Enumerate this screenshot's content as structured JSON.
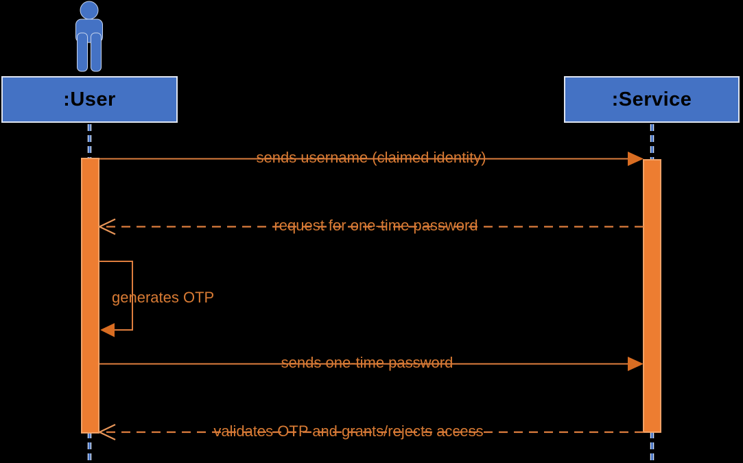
{
  "diagram_type": "uml-sequence-diagram",
  "participants": [
    {
      "id": "user",
      "name": ":User",
      "kind": "actor"
    },
    {
      "id": "service",
      "name": ":Service",
      "kind": "object"
    }
  ],
  "messages": [
    {
      "n": 1,
      "label": "sends username (claimed identity)",
      "from": ":User",
      "to": ":Service",
      "line": "solid",
      "arrowhead": "filled"
    },
    {
      "n": 2,
      "label": "request for one-time password",
      "from": ":Service",
      "to": ":User",
      "line": "dashed",
      "arrowhead": "open"
    },
    {
      "n": 3,
      "label": "generates OTP",
      "from": ":User",
      "to": ":User",
      "line": "solid",
      "arrowhead": "filled",
      "self": true
    },
    {
      "n": 4,
      "label": "sends one-time password",
      "from": ":User",
      "to": ":Service",
      "line": "solid",
      "arrowhead": "filled"
    },
    {
      "n": 5,
      "label": "validates OTP and grants/rejects access",
      "from": ":Service",
      "to": ":User",
      "line": "dashed",
      "arrowhead": "open"
    }
  ],
  "colors": {
    "background": "#000000",
    "participant_fill": "#4472C4",
    "participant_border": "#DFE5F1",
    "participant_text": "#000000",
    "actor_fill": "#4472C4",
    "lifeline_core": "#4472C4",
    "lifeline_casing": "#D6E0F2",
    "activation_fill": "#ED7D31",
    "activation_border": "#F1A267",
    "message_line": "#DE7E3E",
    "message_text": "#D97B34",
    "arrowhead_fill": "#D96D22"
  }
}
